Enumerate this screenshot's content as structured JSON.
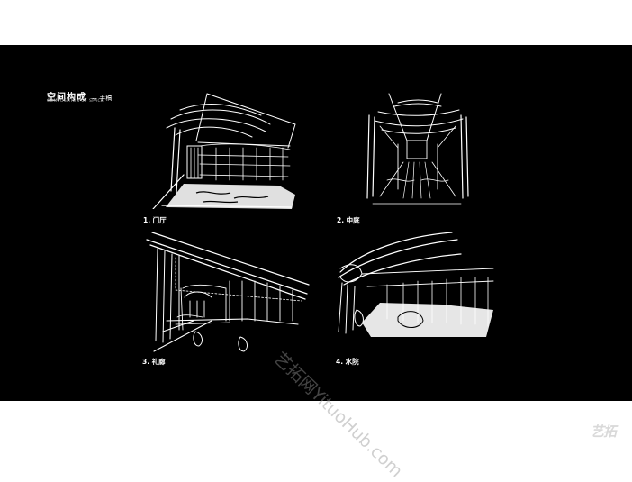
{
  "header": {
    "title": "空间构成",
    "suffix": "— 手稿",
    "subtitle": "COMPOSITION OF SPACE"
  },
  "sketches": [
    {
      "caption": "1. 门厅"
    },
    {
      "caption": "2. 中庭"
    },
    {
      "caption": "3. 礼廊"
    },
    {
      "caption": "4. 水院"
    }
  ],
  "watermark": {
    "text": "艺拓网YituoHub.com"
  },
  "logo": {
    "text": "艺拓"
  },
  "colors": {
    "background": "#000000",
    "ink": "#ffffff",
    "page": "#ffffff"
  }
}
